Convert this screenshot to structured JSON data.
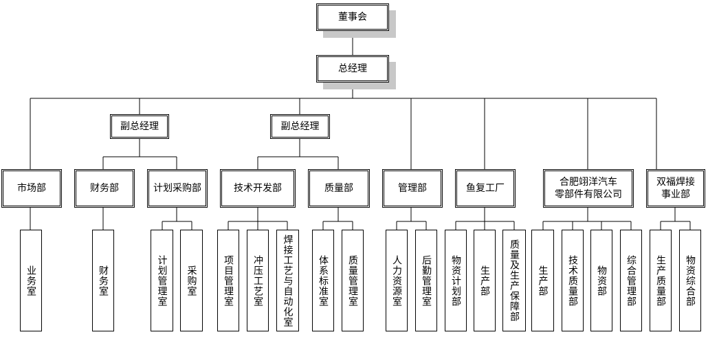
{
  "board": "董事会",
  "general_manager": "总经理",
  "deputy_gm_1": "副总经理",
  "deputy_gm_2": "副总经理",
  "departments": {
    "market": "市场部",
    "finance": "财务部",
    "planning_purchase": "计划采购部",
    "tech_dev": "技术开发部",
    "quality": "质量部",
    "management": "管理部",
    "yufu_factory": "鱼复工厂",
    "hefei_company": "合肥翊洋汽车\n零部件有限公司",
    "shuangfu_welding": "双福焊接\n事业部"
  },
  "offices": {
    "business": "业务室",
    "finance_office": "财务室",
    "plan_management": "计划管理室",
    "purchase": "采购室",
    "project_management": "项目管理室",
    "stamping_process": "冲压工艺室",
    "welding_automation": "焊接工艺与自动化室",
    "system_standard": "体系标准室",
    "quality_management": "质量管理室",
    "hr": "人力资源室",
    "logistics_management": "后勤管理室",
    "material_plan": "物资计划部",
    "production_1": "生产部",
    "quality_production_support": "质量及生产保障部",
    "production_2": "生产部",
    "tech_quality": "技术质量部",
    "materials": "物资部",
    "general_management": "综合管理部",
    "production_quality": "生产质量部",
    "materials_general": "物资综合部"
  }
}
